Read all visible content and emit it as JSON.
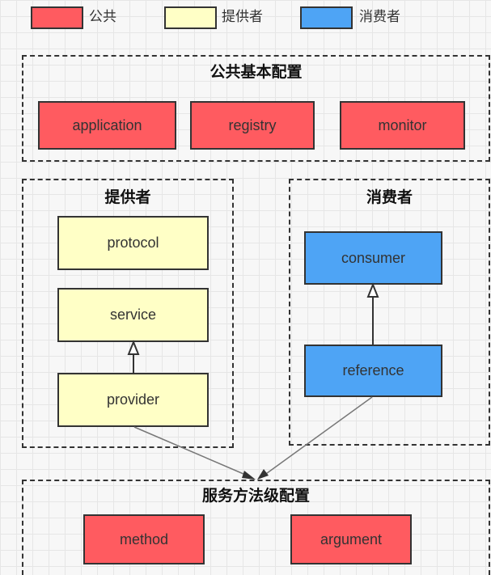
{
  "legend": [
    {
      "label": "公共",
      "color": "#ff5b60"
    },
    {
      "label": "提供者",
      "color": "#ffffc6"
    },
    {
      "label": "消费者",
      "color": "#4ea4f5"
    }
  ],
  "groups": {
    "common": {
      "title": "公共基本配置",
      "nodes": [
        "application",
        "registry",
        "monitor"
      ]
    },
    "provider": {
      "title": "提供者",
      "nodes": [
        "protocol",
        "service",
        "provider"
      ]
    },
    "consumer": {
      "title": "消费者",
      "nodes": [
        "consumer",
        "reference"
      ]
    },
    "method": {
      "title": "服务方法级配置",
      "nodes": [
        "method",
        "argument"
      ]
    }
  },
  "colors": {
    "common": "#ff5b60",
    "provider": "#ffffc6",
    "consumer": "#4ea4f5",
    "line": "#333333",
    "link": "#7a7a7a"
  }
}
